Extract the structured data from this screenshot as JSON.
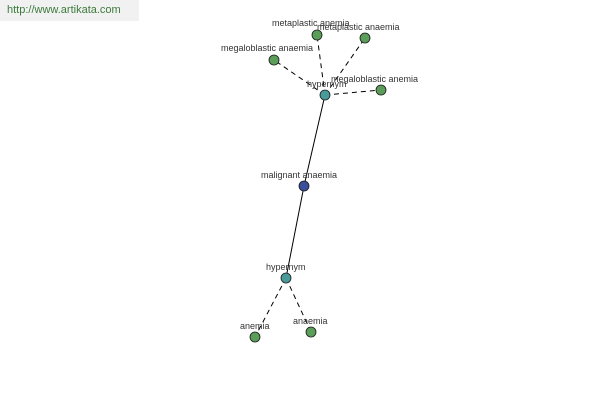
{
  "source": {
    "url": "http://www.artikata.com"
  },
  "colors": {
    "leaf": "#5a9e5a",
    "relation": "#4a9a9a",
    "center": "#3c4d99",
    "edge": "#000000",
    "stroke": "#1a1a1a"
  },
  "graph": {
    "nodes": [
      {
        "id": "center",
        "label": "malignant anaemia",
        "kind": "center"
      },
      {
        "id": "hyp_top",
        "label": "hypernym",
        "kind": "relation"
      },
      {
        "id": "hyp_bot",
        "label": "hypernym",
        "kind": "relation"
      },
      {
        "id": "n_meta1",
        "label": "metaplastic anemia",
        "kind": "leaf"
      },
      {
        "id": "n_meta2",
        "label": "metaplastic anaemia",
        "kind": "leaf"
      },
      {
        "id": "n_mega1",
        "label": "megaloblastic anaemia",
        "kind": "leaf"
      },
      {
        "id": "n_mega2",
        "label": "megaloblastic anemia",
        "kind": "leaf"
      },
      {
        "id": "n_anemia",
        "label": "anemia",
        "kind": "leaf"
      },
      {
        "id": "n_anaemia",
        "label": "anaemia",
        "kind": "leaf"
      }
    ],
    "edges": [
      {
        "from": "center",
        "to": "hyp_top",
        "style": "solid"
      },
      {
        "from": "center",
        "to": "hyp_bot",
        "style": "solid"
      },
      {
        "from": "hyp_top",
        "to": "n_meta1",
        "style": "dashed"
      },
      {
        "from": "hyp_top",
        "to": "n_meta2",
        "style": "dashed"
      },
      {
        "from": "hyp_top",
        "to": "n_mega1",
        "style": "dashed"
      },
      {
        "from": "hyp_top",
        "to": "n_mega2",
        "style": "dashed"
      },
      {
        "from": "hyp_bot",
        "to": "n_anemia",
        "style": "dashed"
      },
      {
        "from": "hyp_bot",
        "to": "n_anaemia",
        "style": "dashed"
      }
    ]
  }
}
